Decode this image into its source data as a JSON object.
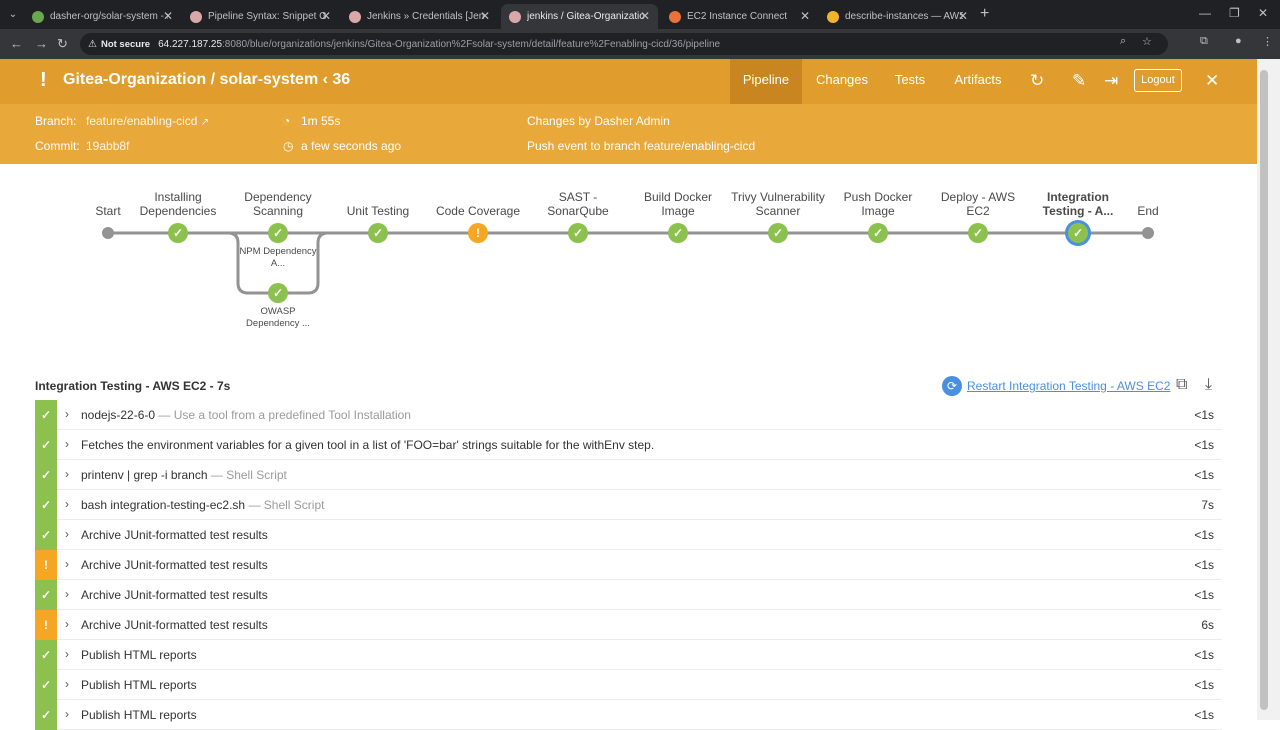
{
  "browser": {
    "tabs": [
      {
        "label": "dasher-org/solar-system - sola",
        "color": "#6aa84f"
      },
      {
        "label": "Pipeline Syntax: Snippet Genera",
        "color": "#d9a9a9"
      },
      {
        "label": "Jenkins » Credentials [Jenkins]",
        "color": "#d9a9a9"
      },
      {
        "label": "jenkins / Gitea-Organization/sc",
        "color": "#d9a9a9"
      },
      {
        "label": "EC2 Instance Connect",
        "color": "#e8713c"
      },
      {
        "label": "describe-instances — AWS CLI",
        "color": "#f0b429"
      }
    ],
    "security": "Not secure",
    "url_host": "64.227.187.25",
    "url_rest": ":8080/blue/organizations/jenkins/Gitea-Organization%2Fsolar-system/detail/feature%2Fenabling-cicd/36/pipeline"
  },
  "header": {
    "status": "!",
    "title": "Gitea-Organization / solar-system  ‹  36",
    "tabs": [
      "Pipeline",
      "Changes",
      "Tests",
      "Artifacts"
    ],
    "logout": "Logout"
  },
  "run": {
    "branch_label": "Branch:",
    "branch": "feature/enabling-cicd",
    "commit_label": "Commit:",
    "commit": "19abb8f",
    "duration": "1m 55s",
    "time": "a few seconds ago",
    "changes": "Changes by Dasher Admin",
    "event": "Push event to branch feature/enabling-cicd"
  },
  "stages": [
    {
      "label": "Start",
      "status": "start"
    },
    {
      "label": "Installing Dependencies",
      "status": "ok"
    },
    {
      "label": "Dependency Scanning",
      "status": "ok"
    },
    {
      "label": "Unit Testing",
      "status": "ok"
    },
    {
      "label": "Code Coverage",
      "status": "warn"
    },
    {
      "label": "SAST - SonarQube",
      "status": "ok"
    },
    {
      "label": "Build Docker Image",
      "status": "ok"
    },
    {
      "label": "Trivy Vulnerability Scanner",
      "status": "ok"
    },
    {
      "label": "Push Docker Image",
      "status": "ok"
    },
    {
      "label": "Deploy - AWS EC2",
      "status": "ok"
    },
    {
      "label": "Integration Testing - A...",
      "status": "ok"
    },
    {
      "label": "End",
      "status": "end"
    }
  ],
  "parallel": [
    {
      "label": "NPM Dependency A..."
    },
    {
      "label": "OWASP Dependency ..."
    }
  ],
  "steps_panel": {
    "title": "Integration Testing - AWS EC2 - 7s",
    "restart": "Restart Integration Testing - AWS EC2"
  },
  "steps": [
    {
      "name": "nodejs-22-6-0",
      "desc": "— Use a tool from a predefined Tool Installation",
      "dur": "<1s",
      "status": "ok"
    },
    {
      "name": "Fetches the environment variables for a given tool in a list of 'FOO=bar' strings suitable for the withEnv step.",
      "desc": "",
      "dur": "<1s",
      "status": "ok"
    },
    {
      "name": "printenv | grep -i branch",
      "desc": "— Shell Script",
      "dur": "<1s",
      "status": "ok"
    },
    {
      "name": "bash integration-testing-ec2.sh",
      "desc": "— Shell Script",
      "dur": "7s",
      "status": "ok"
    },
    {
      "name": "Archive JUnit-formatted test results",
      "desc": "",
      "dur": "<1s",
      "status": "ok"
    },
    {
      "name": "Archive JUnit-formatted test results",
      "desc": "",
      "dur": "<1s",
      "status": "warn"
    },
    {
      "name": "Archive JUnit-formatted test results",
      "desc": "",
      "dur": "<1s",
      "status": "ok"
    },
    {
      "name": "Archive JUnit-formatted test results",
      "desc": "",
      "dur": "6s",
      "status": "warn"
    },
    {
      "name": "Publish HTML reports",
      "desc": "",
      "dur": "<1s",
      "status": "ok"
    },
    {
      "name": "Publish HTML reports",
      "desc": "",
      "dur": "<1s",
      "status": "ok"
    },
    {
      "name": "Publish HTML reports",
      "desc": "",
      "dur": "<1s",
      "status": "ok"
    }
  ],
  "colors": {
    "ok": "#8cc04f",
    "warn": "#f5a623",
    "header": "#e09c2c",
    "link": "#4a90e2"
  }
}
